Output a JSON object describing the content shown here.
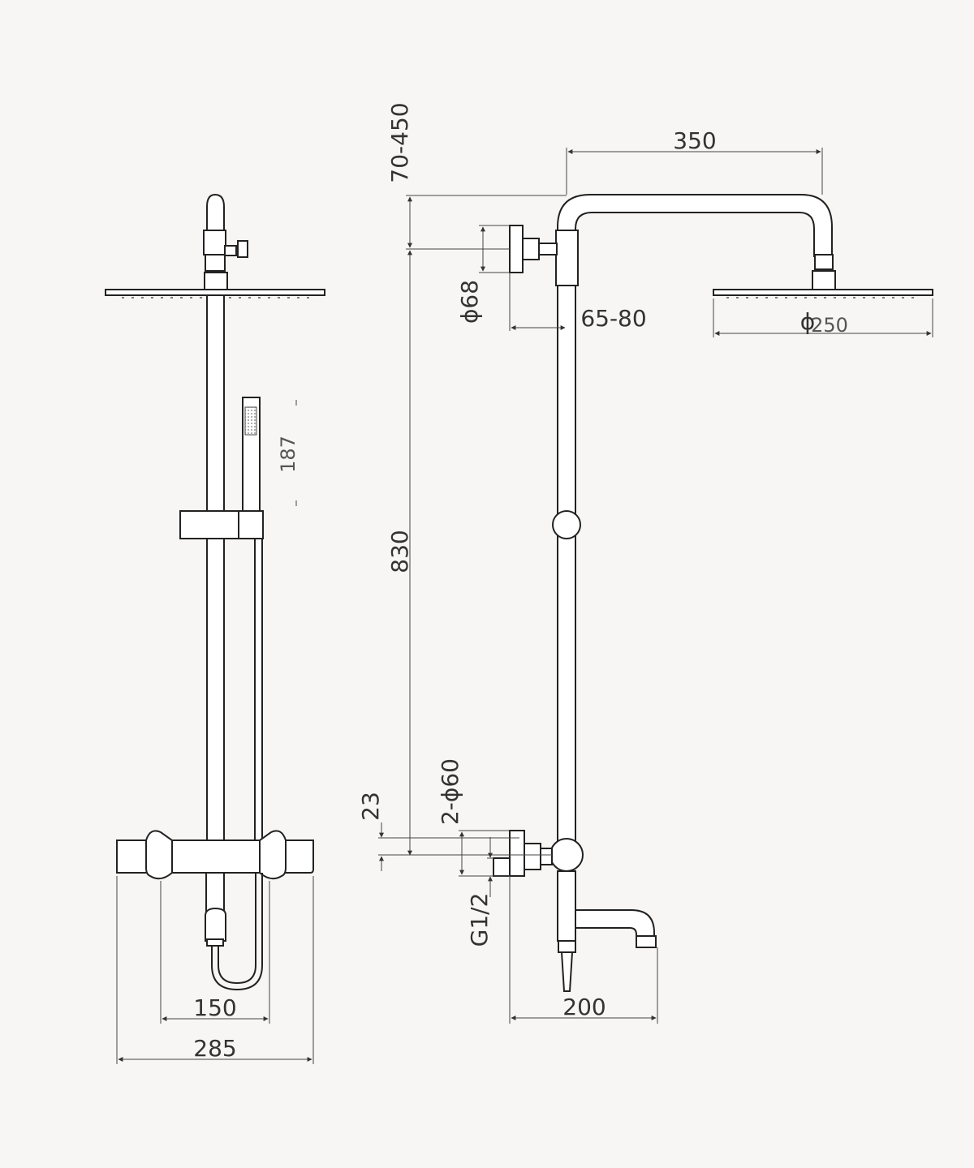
{
  "dimensions": {
    "d350": "350",
    "d70_450": "70-450",
    "d_phi68": "ϕ68",
    "d65_80": "65-80",
    "d_phi250_symbol": "ϕ",
    "d_phi250_value": "250",
    "d187": "187",
    "d830": "830",
    "d2_phi60": "2-ϕ60",
    "d23": "23",
    "dG12": "G1/2",
    "d150": "150",
    "d285": "285",
    "d200": "200"
  },
  "colors": {
    "background": "#f7f6f4",
    "line": "#222222"
  }
}
